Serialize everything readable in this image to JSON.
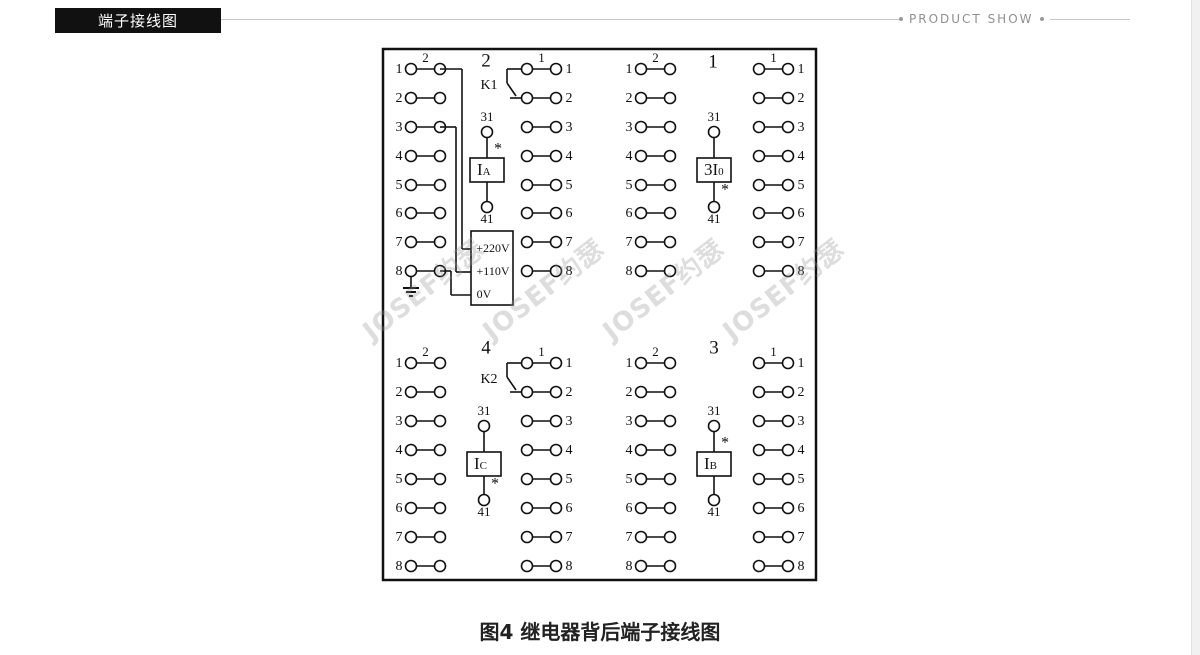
{
  "header": {
    "tag_label": "端子接线图",
    "right_label": "PRODUCT SHOW"
  },
  "caption": "图4  继电器背后端子接线图",
  "watermark": "JOSEF约瑟",
  "diagram": {
    "terminals": [
      "1",
      "2",
      "3",
      "4",
      "5",
      "6",
      "7",
      "8"
    ],
    "module_numbers": [
      "2",
      "1",
      "4",
      "3"
    ],
    "relay_labels": [
      "K1",
      "K2"
    ],
    "coil_top": "31",
    "coil_bottom": "41",
    "coil_labels": {
      "IA": "IA",
      "I0": "3I0",
      "IC": "IC",
      "IB": "IB"
    },
    "star": "*",
    "power": [
      "+220V",
      "+110V",
      "0V"
    ],
    "col_top_labels": [
      "2",
      "1",
      "2",
      "1"
    ],
    "ground_icon": "ground-icon"
  }
}
